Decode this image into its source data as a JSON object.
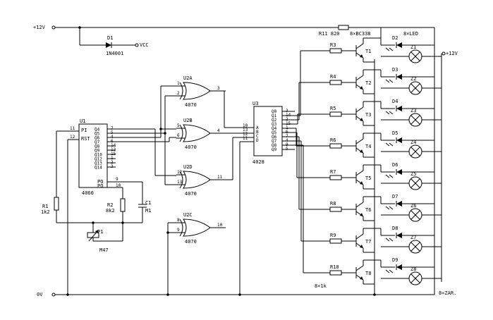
{
  "power": {
    "plus12": "+12V",
    "zero": "0V",
    "vcc": "VCC",
    "plus12_right": "+12V"
  },
  "d1": {
    "name": "D1",
    "part": "1N4001"
  },
  "r11": {
    "label": "R11 820"
  },
  "transistor_note": "8×BC338",
  "led_note": "8×LED",
  "lamp_note": "8×ZAR.",
  "resistor_note": "8×1k",
  "u1": {
    "name": "U1",
    "chip": "4060",
    "pins_left": [
      "PI",
      "RST"
    ],
    "pin_nums_left": [
      "11",
      "12"
    ],
    "outputs": [
      "Q4",
      "Q5",
      "Q6",
      "Q7",
      "Q8",
      "Q9",
      "Q10",
      "Q12",
      "Q13",
      "Q14"
    ],
    "output_pins": [
      "7",
      "5",
      "4",
      "6",
      "14",
      "13",
      "15",
      "1",
      "2",
      "3"
    ],
    "osc": [
      "PO",
      "PO"
    ],
    "osc_pins": [
      "9",
      "10"
    ]
  },
  "r1": {
    "name": "R1",
    "value": "1k2"
  },
  "r2": {
    "name": "R2",
    "value": "8k2"
  },
  "c1": {
    "name": "C1",
    "value": "M1"
  },
  "p1": {
    "name": "P1",
    "value": "M47"
  },
  "gates": [
    {
      "name": "U2A",
      "chip": "4070",
      "in": [
        "1",
        "2"
      ],
      "out": "3"
    },
    {
      "name": "U2B",
      "chip": "4070",
      "in": [
        "5",
        "6"
      ],
      "out": "4"
    },
    {
      "name": "U2D",
      "chip": "4070",
      "in": [
        "12",
        "13"
      ],
      "out": "11"
    },
    {
      "name": "U2C",
      "chip": "4070",
      "in": [
        "8",
        "9"
      ],
      "out": "10"
    }
  ],
  "u3": {
    "name": "U3",
    "chip": "4028",
    "inputs": [
      "A",
      "B",
      "C",
      "D"
    ],
    "input_pins": [
      "10",
      "13",
      "12",
      "11"
    ],
    "outputs": [
      "Q0",
      "Q1",
      "Q2",
      "Q3",
      "Q4",
      "Q5",
      "Q6",
      "Q7",
      "Q8",
      "Q9"
    ],
    "output_pins": [
      "3",
      "14",
      "2",
      "15",
      "1",
      "6",
      "7",
      "4",
      "9",
      "5"
    ]
  },
  "stages": [
    {
      "r": "R3",
      "t": "T1",
      "d": "D2",
      "z": "Z1"
    },
    {
      "r": "R4",
      "t": "T2",
      "d": "D3",
      "z": "Z2"
    },
    {
      "r": "R5",
      "t": "T3",
      "d": "D4",
      "z": "Z3"
    },
    {
      "r": "R6",
      "t": "T4",
      "d": "D5",
      "z": "Z4"
    },
    {
      "r": "R7",
      "t": "T5",
      "d": "D6",
      "z": "Z5"
    },
    {
      "r": "R8",
      "t": "T6",
      "d": "D7",
      "z": "Z6"
    },
    {
      "r": "R9",
      "t": "T7",
      "d": "D8",
      "z": "Z7"
    },
    {
      "r": "R10",
      "t": "T8",
      "d": "D9",
      "z": "Z8"
    }
  ]
}
